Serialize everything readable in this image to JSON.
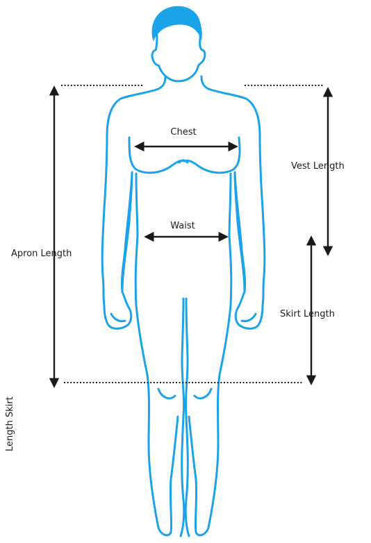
{
  "colors": {
    "body_outline": "#1aa3e8",
    "hair": "#1aa3e8",
    "arrows": "#1a1a1a",
    "text": "#1a1a1a",
    "background": "#ffffff"
  },
  "labels": {
    "chest": "Chest",
    "waist": "Waist",
    "apron_length": "Apron Length",
    "vest_length": "Vest Length",
    "skirt_length": "Skirt Length",
    "length_skirt_vertical": "Length Skirt"
  }
}
